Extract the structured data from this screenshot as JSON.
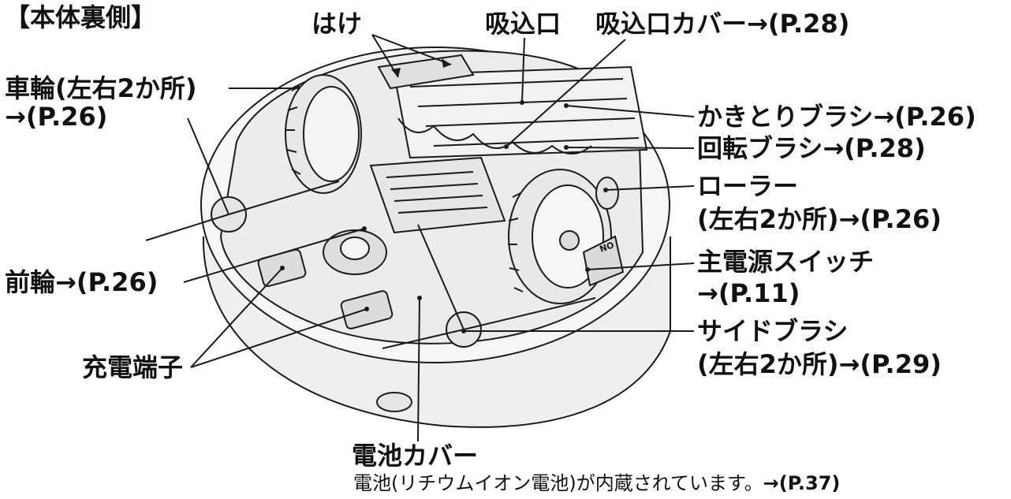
{
  "section_title": "【本体裏側】",
  "labels": {
    "hake": "はけ",
    "suikomiguchi": "吸込口",
    "suikomiguchi_cover": "吸込口カバー→(P.28)",
    "sharin_line1": "車輪(左右2か所)",
    "sharin_line2": "→(P.26)",
    "kakitori_brush": "かきとりブラシ→(P.26)",
    "kaiten_brush": "回転ブラシ→(P.28)",
    "roller_line1": "ローラー",
    "roller_line2": "(左右2か所)→(P.26)",
    "zenrin": "前輪→(P.26)",
    "main_switch_line1": "主電源スイッチ",
    "main_switch_line2": "→(P.11)",
    "side_brush_line1": "サイドブラシ",
    "side_brush_line2": "(左右2か所)→(P.29)",
    "juden_tanshi": "充電端子",
    "battery_cover": "電池カバー",
    "battery_note": "電池(リチウムイオン電池)が内蔵されています。",
    "battery_note_ref": "→(P.37)"
  },
  "switch_mark": "NO",
  "colors": {
    "line": "#1a1a1a",
    "body_fill": "#f4f4f4",
    "body_shade": "#d9d9d9",
    "background": "#ffffff"
  }
}
